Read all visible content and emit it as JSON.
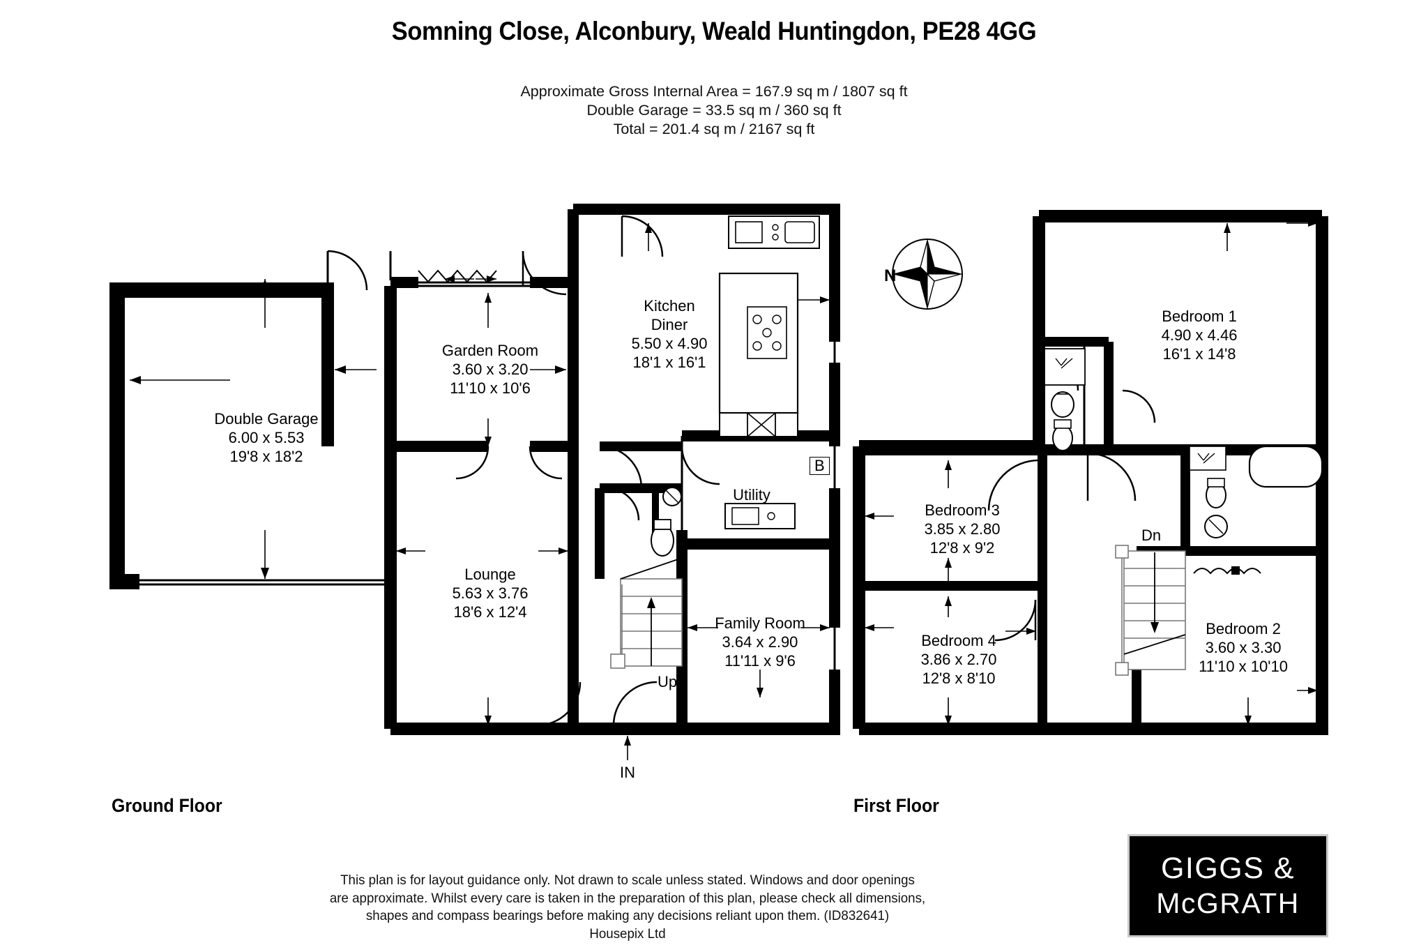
{
  "header": {
    "title": "Somning Close, Alconbury, Weald Huntingdon, PE28 4GG",
    "area_lines": [
      "Approximate Gross Internal Area = 167.9 sq m / 1807 sq ft",
      "Double Garage = 33.5 sq m / 360 sq ft",
      "Total = 201.4 sq m / 2167 sq ft"
    ],
    "area_line_1": "Approximate Gross Internal Area = 167.9 sq m / 1807 sq ft",
    "area_line_2": "Double Garage = 33.5 sq m / 360 sq ft",
    "area_line_3": "Total = 201.4 sq m / 2167 sq ft"
  },
  "floors": {
    "ground_label": "Ground Floor",
    "first_label": "First Floor"
  },
  "compass": {
    "north_label": "N",
    "icon": "compass-rose-icon"
  },
  "ground_floor": {
    "rooms": [
      {
        "name": "Double Garage",
        "metric": "6.00 x 5.53",
        "imperial": "19'8 x 18'2"
      },
      {
        "name": "Garden Room",
        "metric": "3.60 x 3.20",
        "imperial": "11'10 x 10'6"
      },
      {
        "name": "Kitchen",
        "name2": "Diner",
        "metric": "5.50 x 4.90",
        "imperial": "18'1 x 16'1"
      },
      {
        "name": "Lounge",
        "metric": "5.63 x 3.76",
        "imperial": "18'6 x 12'4"
      },
      {
        "name": "Utility",
        "metric": "",
        "imperial": ""
      },
      {
        "name": "Family Room",
        "metric": "3.64 x 2.90",
        "imperial": "11'11 x 9'6"
      }
    ],
    "markers": {
      "boiler": "B",
      "stairs_up": "Up",
      "entrance": "IN"
    }
  },
  "first_floor": {
    "rooms": [
      {
        "name": "Bedroom 1",
        "metric": "4.90 x 4.46",
        "imperial": "16'1 x 14'8"
      },
      {
        "name": "Bedroom 3",
        "metric": "3.85 x 2.80",
        "imperial": "12'8 x 9'2"
      },
      {
        "name": "Bedroom 4",
        "metric": "3.86 x 2.70",
        "imperial": "12'8 x 8'10"
      },
      {
        "name": "Bedroom 2",
        "metric": "3.60 x 3.30",
        "imperial": "11'10 x 10'10"
      }
    ],
    "markers": {
      "stairs_down": "Dn"
    }
  },
  "footer": {
    "disclaimer_line_1": "This plan is for layout guidance only. Not drawn to scale unless stated. Windows and door openings",
    "disclaimer_line_2": "are approximate. Whilst every care is taken in the preparation of this plan, please check all dimensions,",
    "disclaimer_line_3": "shapes and compass bearings before making any decisions reliant upon them. (ID832641)",
    "disclaimer_line_4": "Housepix Ltd",
    "plan_id": "ID832641"
  },
  "logo": {
    "line1": "GIGGS &",
    "line2": "McGRATH"
  },
  "colors": {
    "wall": "#000000",
    "background": "#ffffff",
    "fixture_stroke": "#3a3a3a",
    "logo_bg": "#000000"
  }
}
